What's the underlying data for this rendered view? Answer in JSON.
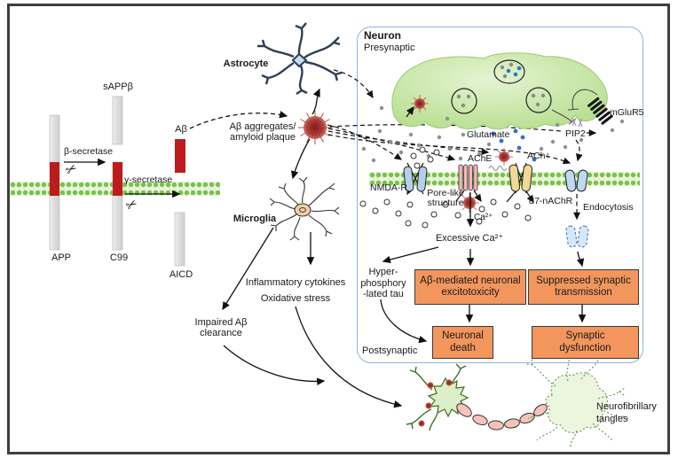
{
  "icons": {
    "scissors": "✂"
  },
  "colors": {
    "orange_box": "#F2965D",
    "red_fragment": "#BE1C1C",
    "membrane_green": "#79C24C",
    "terminal_green": "#CBE8A8",
    "neuron_box_border": "#8FB6E2"
  },
  "left_pathway": {
    "sappb": "sAPPβ",
    "abeta": "Aβ",
    "app": "APP",
    "c99": "C99",
    "aicd": "AICD",
    "beta_secretase": "β-secretase",
    "gamma_secretase": "γ-secretase"
  },
  "cells": {
    "astrocyte": "Astrocyte",
    "microglia": "Microglia",
    "plaque_line1": "Aβ aggregates/",
    "plaque_line2": "amyloid plaque"
  },
  "microglia_effects": {
    "inflammatory": "Inflammatory cytokines",
    "oxidative": "Oxidative stress",
    "impaired_line1": "Impaired Aβ",
    "impaired_line2": "clearance"
  },
  "neuron_box": {
    "title": "Neuron",
    "presynaptic": "Presynaptic",
    "postsynaptic": "Postsynaptic",
    "glutamate": "Glutamate",
    "pip2": "PIP2",
    "mglur5": "mGluR5",
    "ache": "AChE",
    "ach": "ACh↑",
    "nmdar": "NMDA-R",
    "pore_line1": "Pore-like",
    "pore_line2": "structure",
    "a7nachr": "α7-nAChR",
    "endocytosis": "Endocytosis",
    "ca": "Ca²⁺",
    "excessive_ca": "Excessive  Ca²⁺",
    "tau_line1": "Hyper-",
    "tau_line2": "phosphory",
    "tau_line3": "-lated tau",
    "boxes": {
      "excitotoxicity_line1": "Aβ-mediated neuronal",
      "excitotoxicity_line2": "excitotoxicity",
      "suppressed_line1": "Suppressed synaptic",
      "suppressed_line2": "transmission",
      "death_line1": "Neuronal",
      "death_line2": "death",
      "dysfunction_line1": "Synaptic",
      "dysfunction_line2": "dysfunction"
    }
  },
  "bottom": {
    "tangles_line1": "Neurofibrillary",
    "tangles_line2": "tangles"
  }
}
